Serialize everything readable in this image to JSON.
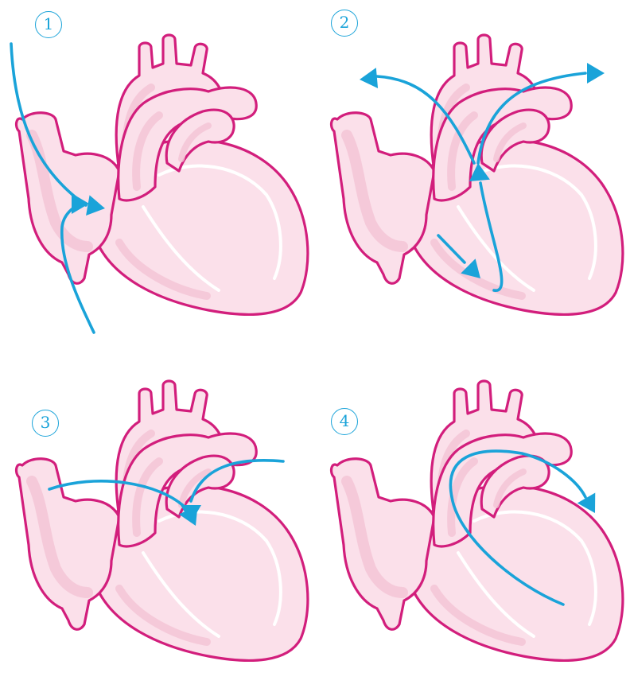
{
  "panels": [
    {
      "id": "p1",
      "number": "1",
      "arrow": "blood-into-right-atrium"
    },
    {
      "id": "p2",
      "number": "2",
      "arrow": "blood-through-ventricles-to-arteries"
    },
    {
      "id": "p3",
      "number": "3",
      "arrow": "blood-into-left-atrium"
    },
    {
      "id": "p4",
      "number": "4",
      "arrow": "blood-out-through-aorta"
    }
  ],
  "colors": {
    "outline": "#d21e7c",
    "fill": "#fbe0ea",
    "fill_dark": "#f4c3d4",
    "highlight": "#ffffff",
    "arrow": "#1aa3d9"
  }
}
